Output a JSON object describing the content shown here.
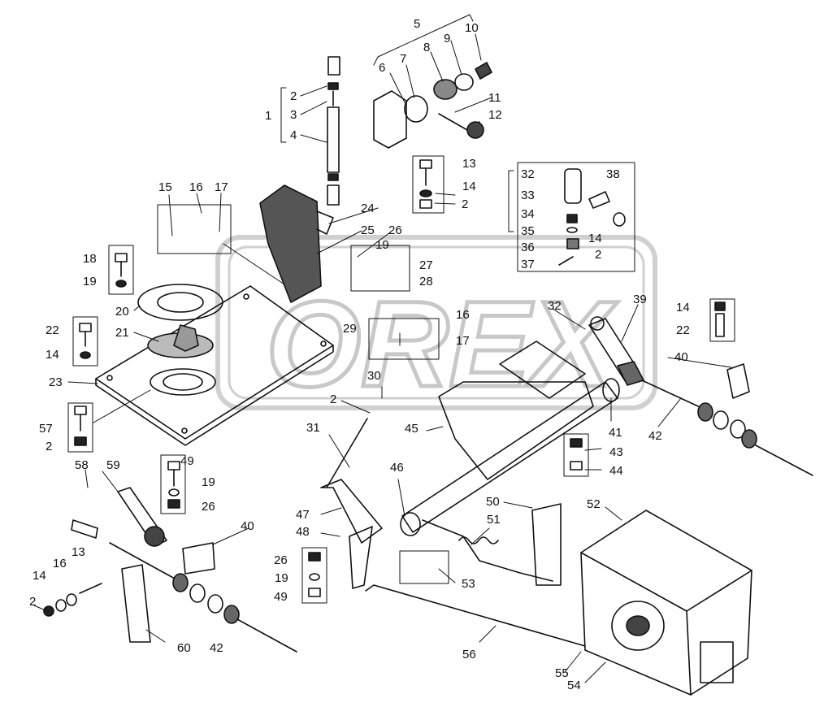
{
  "watermark": {
    "brand": "OREX",
    "color": "#c8c8c8"
  },
  "diagram": {
    "type": "exploded-parts-diagram",
    "line_color": "#111111",
    "part_numbers": [
      "1",
      "2",
      "3",
      "4",
      "5",
      "6",
      "7",
      "8",
      "9",
      "10",
      "11",
      "12",
      "13",
      "14",
      "15",
      "16",
      "17",
      "18",
      "19",
      "20",
      "21",
      "22",
      "23",
      "24",
      "25",
      "26",
      "27",
      "28",
      "29",
      "30",
      "31",
      "32",
      "33",
      "34",
      "35",
      "36",
      "37",
      "38",
      "39",
      "40",
      "41",
      "42",
      "43",
      "44",
      "45",
      "46",
      "47",
      "48",
      "49",
      "50",
      "51",
      "52",
      "53",
      "54",
      "55",
      "56",
      "57",
      "58",
      "59",
      "60"
    ]
  }
}
